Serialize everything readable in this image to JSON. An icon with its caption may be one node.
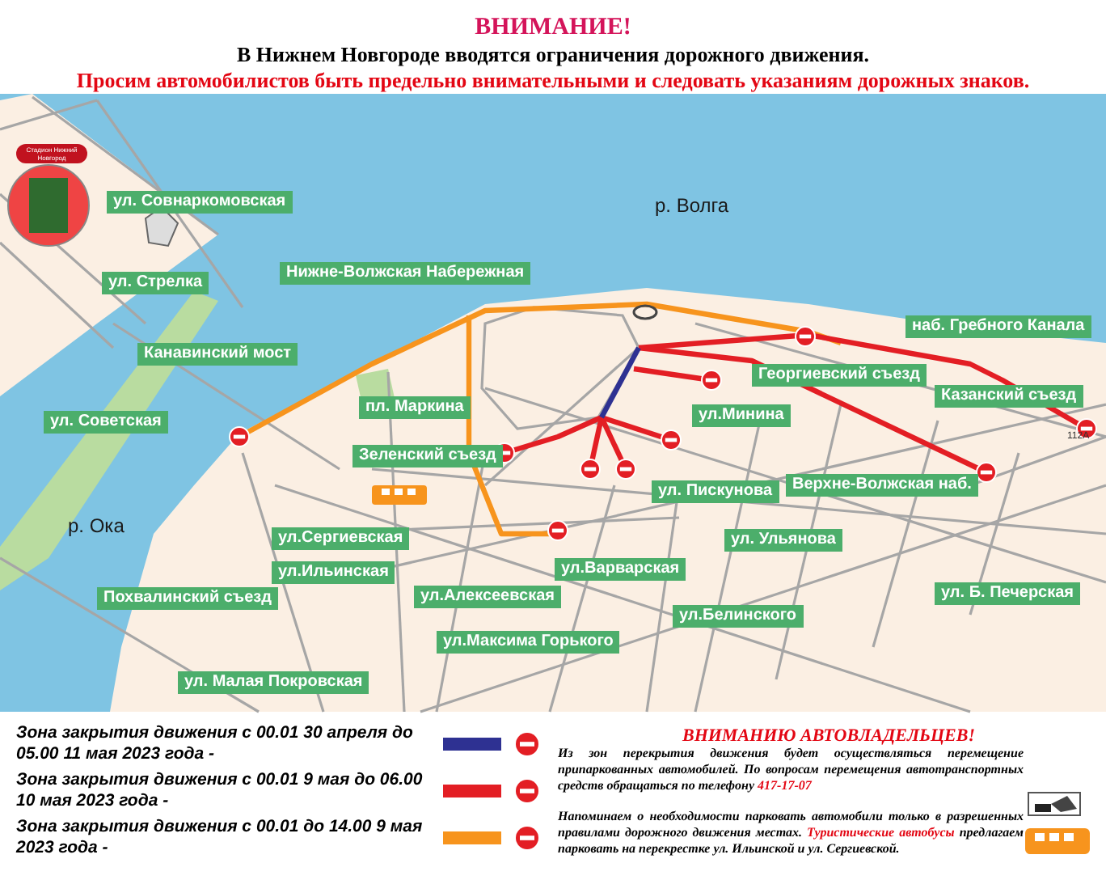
{
  "diagram": {
    "title": "ВНИМАНИЕ!",
    "labels": [
      "В Нижнем Новгороде вводятся ограничения дорожного движения.",
      "Просим автомобилистов быть предельно внимательными и следовать указаниям дорожных знаков.",
      "Стадион Нижний Новгород",
      "ул. Совнаркомовская",
      "р. Волга",
      "ул. Стрелка",
      "Нижне-Волжская Набережная",
      "Канавинский мост",
      "наб. Гребного Канала",
      "Георгиевский съезд",
      "ул. Советская",
      "Казанский съезд",
      "пл. Маркина",
      "ул.Минина",
      "112А",
      "Зеленский съезд",
      "ул. Пискунова",
      "Верхне-Волжская наб.",
      "р. Ока",
      "ул.Сергиевская",
      "ул. Ульянова",
      "ул.Ильинская",
      "ул.Варварская",
      "Похвалинский съезд",
      "ул.Алексеевская",
      "ул. Б. Печерская",
      "ул.Белинского",
      "ул.Максима Горького",
      "ул. Малая Покровская",
      "ВНИМАНИЮ АВТОВЛАДЕЛЬЦЕВ!",
      "Из зон перекрытия движения будет осуществляться перемещение припаркованных автомобилей. По вопросам перемещения автотранспортных средств обращаться по телефону",
      "417-17-07",
      "Напоминаем о необходимости парковать автомобили только в разрешенных правилами дорожного движения местах.",
      "Туристические автобусы",
      "предлагаем парковать на перекрестке ул. Ильинской и ул. Сергиевской."
    ],
    "legend": [
      {
        "text": "Зона закрытия движения с 00.01 30 апреля до 05.00 11 мая 2023 года -",
        "color": "#2e3192"
      },
      {
        "text": "Зона закрытия движения с 00.01 9 мая до 06.00 10 мая 2023 года -",
        "color": "#e31e24"
      },
      {
        "text": "Зона закрытия движения с 00.01 до 14.00 9 мая 2023 года -",
        "color": "#f7941d"
      }
    ]
  }
}
